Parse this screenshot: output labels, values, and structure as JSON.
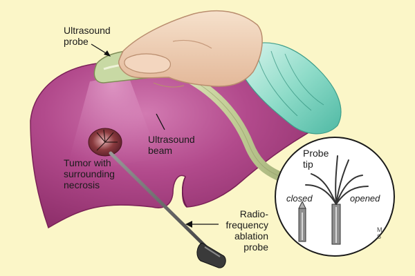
{
  "labels": {
    "ultrasound_probe": "Ultrasound\nprobe",
    "ultrasound_beam": "Ultrasound\nbeam",
    "tumor": "Tumor with\nsurrounding\nnecrosis",
    "rf_probe": "Radio-\nfrequency\nablation\nprobe",
    "probe_tip": "Probe\ntip",
    "closed": "closed",
    "opened": "opened"
  },
  "signature": "MS",
  "colors": {
    "background": "#fbf6c8",
    "liver": "#a43d7d",
    "liver_light": "#c969a6",
    "probe_head": "#c8d9a4",
    "cable": "#cdd6a8",
    "hand": "#f0d1b6",
    "glove_cuff": "#8ed9c8",
    "tumor": "#7a3a3a",
    "needle": "#666666"
  }
}
